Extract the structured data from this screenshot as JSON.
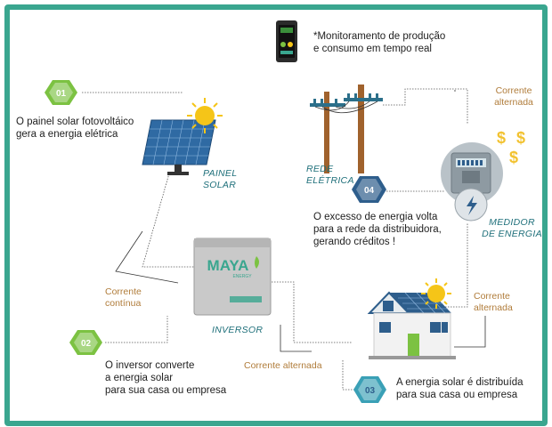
{
  "monitoring_note": "*Monitoramento de produção\ne consumo em tempo real",
  "steps": [
    {
      "number": "01",
      "text": "O painel solar fotovoltáico\ngera a energia elétrica"
    },
    {
      "number": "02",
      "text": "O inversor converte\na energia solar\npara sua casa ou empresa"
    },
    {
      "number": "03",
      "text": "A energia solar é distribuída\npara sua casa ou empresa"
    },
    {
      "number": "04",
      "text": "O excesso de energia volta\npara a rede da distribuidora,\ngerando créditos !"
    }
  ],
  "labels": {
    "solar_panel": "PAINEL\nSOLAR",
    "grid": "REDE\nELÉTRICA",
    "meter": "MEDIDOR\nDE ENERGIA",
    "inverter": "INVERSOR"
  },
  "currents": {
    "dc": "Corrente\ncontínua",
    "ac_bottom": "Corrente alternada",
    "ac_right": "Corrente\nalternada",
    "ac_top": "Corrente\nalternada"
  },
  "inverter_brand": {
    "name": "MAYA",
    "sub": "ENERGY"
  },
  "money_symbols": [
    "$",
    "$",
    "$"
  ],
  "colors": {
    "frame": "#3aa68f",
    "step_01_02": "#7cc242",
    "step_03_04": "#2e5e8c",
    "label_text": "#1e6f7a",
    "current_text": "#b07c3a",
    "sun": "#f5c518",
    "panel": "#2f6aa3",
    "money": "#f2c230"
  }
}
